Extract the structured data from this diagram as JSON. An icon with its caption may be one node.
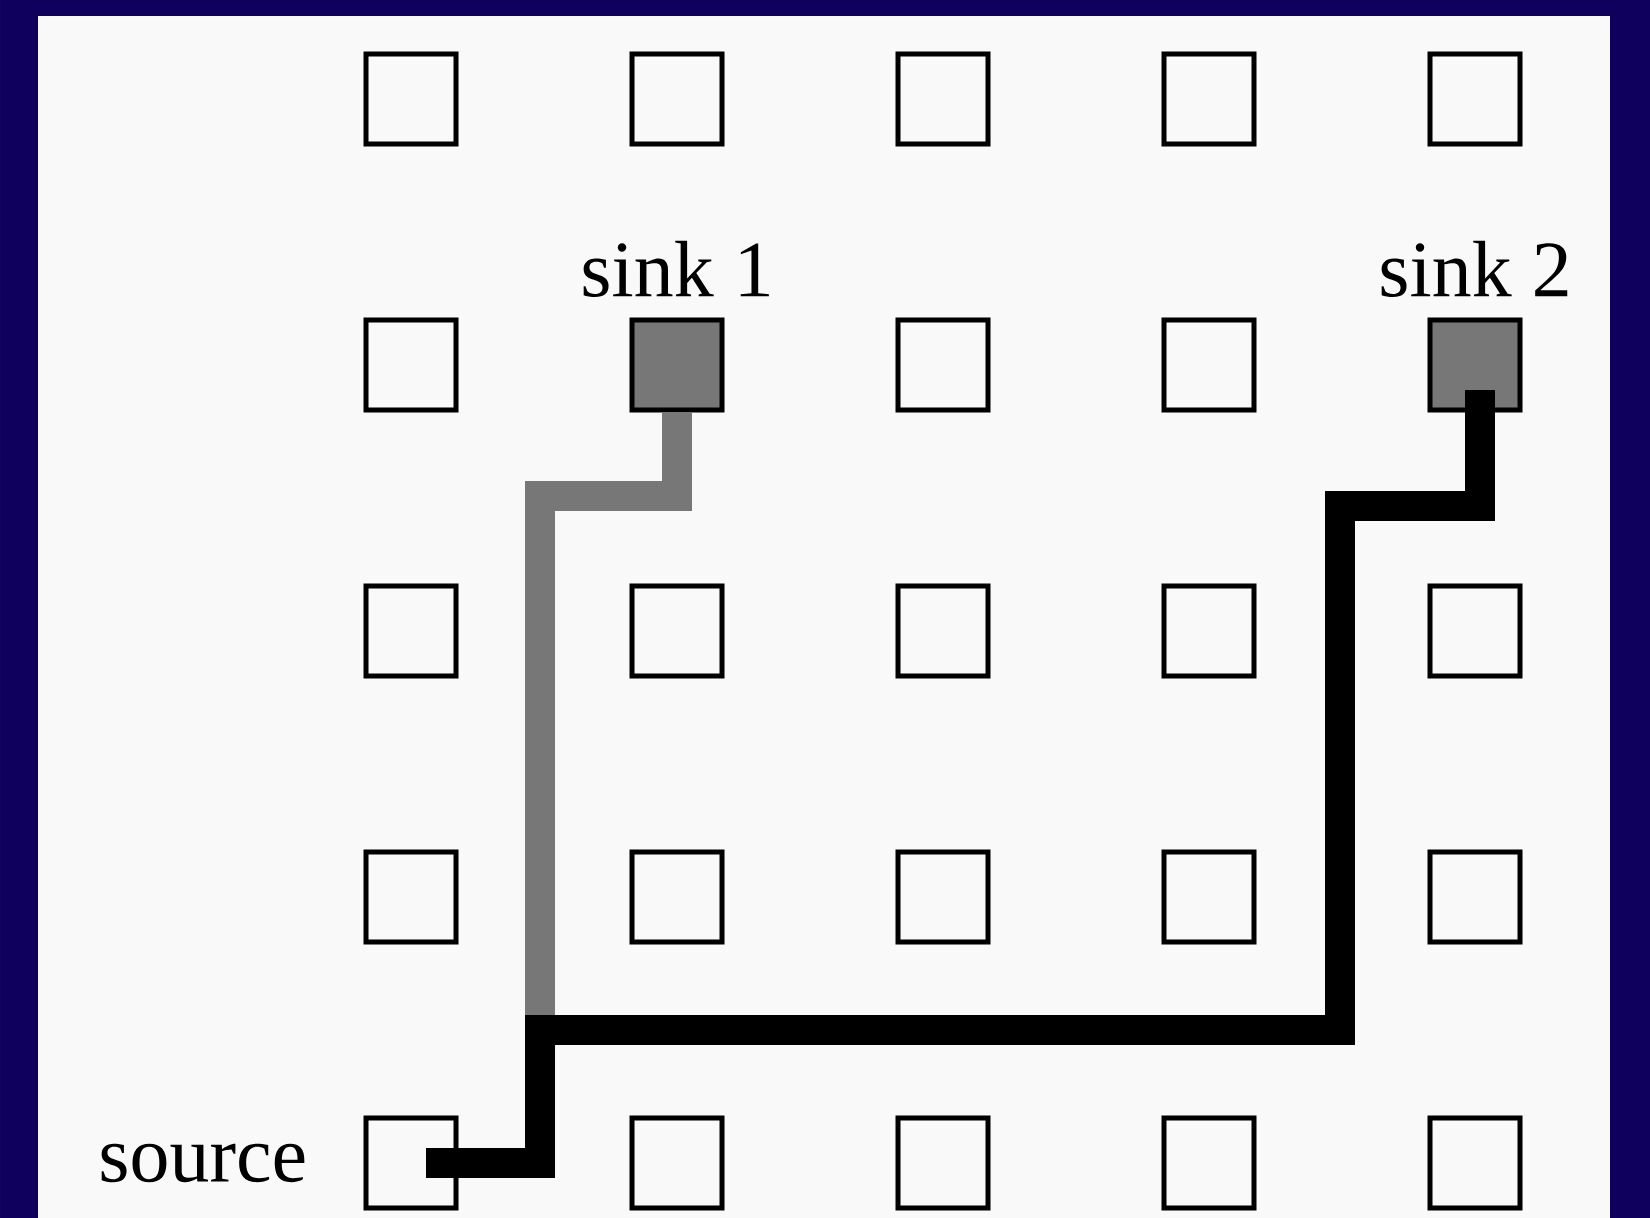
{
  "diagram": {
    "nodes": [
      {
        "text": [],
        "shape": "box"
      },
      {
        "text": [],
        "shape": "box"
      },
      {
        "text": [],
        "shape": "box"
      },
      {
        "text": [],
        "shape": "box"
      },
      {
        "text": [],
        "shape": "box"
      },
      {
        "text": [],
        "shape": "box"
      },
      {
        "text": [
          "sink 1"
        ]
      },
      {
        "text": [],
        "shape": "box"
      },
      {
        "text": [],
        "shape": "box"
      },
      {
        "text": [
          "sink 2"
        ]
      },
      {
        "text": [],
        "shape": "box"
      },
      {
        "text": [],
        "shape": "box"
      },
      {
        "text": [],
        "shape": "box"
      },
      {
        "text": [],
        "shape": "box"
      },
      {
        "text": [],
        "shape": "box"
      },
      {
        "text": [],
        "shape": "box"
      },
      {
        "text": [],
        "shape": "box"
      },
      {
        "text": [],
        "shape": "box"
      },
      {
        "text": [],
        "shape": "box"
      },
      {
        "text": [],
        "shape": "box"
      },
      {
        "text": [
          "source"
        ]
      },
      {
        "text": [],
        "shape": "box"
      },
      {
        "text": [],
        "shape": "box"
      },
      {
        "text": [],
        "shape": "box"
      },
      {
        "text": [],
        "shape": "box"
      }
    ],
    "edges": [
      {
        "from": 20,
        "to": 6,
        "arrow": "none",
        "color": "#777777"
      },
      {
        "from": 20,
        "to": 9,
        "arrow": "none",
        "color": "#000000"
      }
    ]
  }
}
